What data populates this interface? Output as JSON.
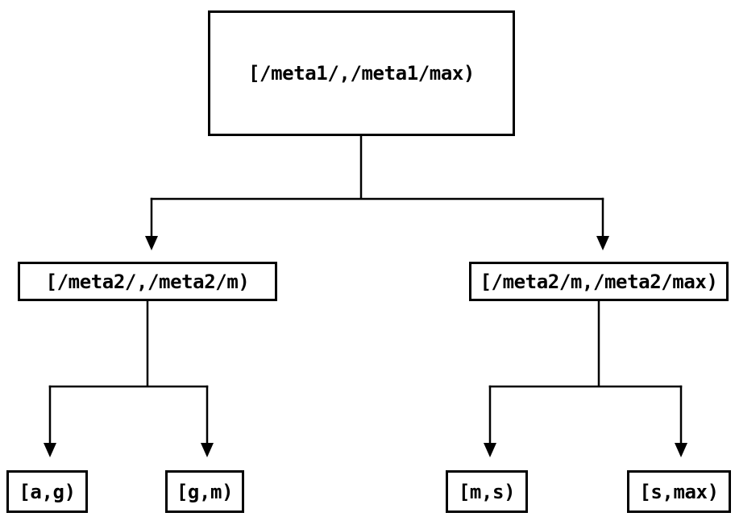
{
  "colors": {
    "background": "#ffffff",
    "stroke": "#000000",
    "text": "#000000"
  },
  "diagram": {
    "type": "binary-interval-partition-tree",
    "tree": {
      "root": {
        "label": "[/meta1/,/meta1/max)",
        "children": [
          {
            "label": "[/meta2/,/meta2/m)",
            "children": [
              {
                "label": "[a,g)"
              },
              {
                "label": "[g,m)"
              }
            ]
          },
          {
            "label": "[/meta2/m,/meta2/max)",
            "children": [
              {
                "label": "[m,s)"
              },
              {
                "label": "[s,max)"
              }
            ]
          }
        ]
      }
    }
  }
}
